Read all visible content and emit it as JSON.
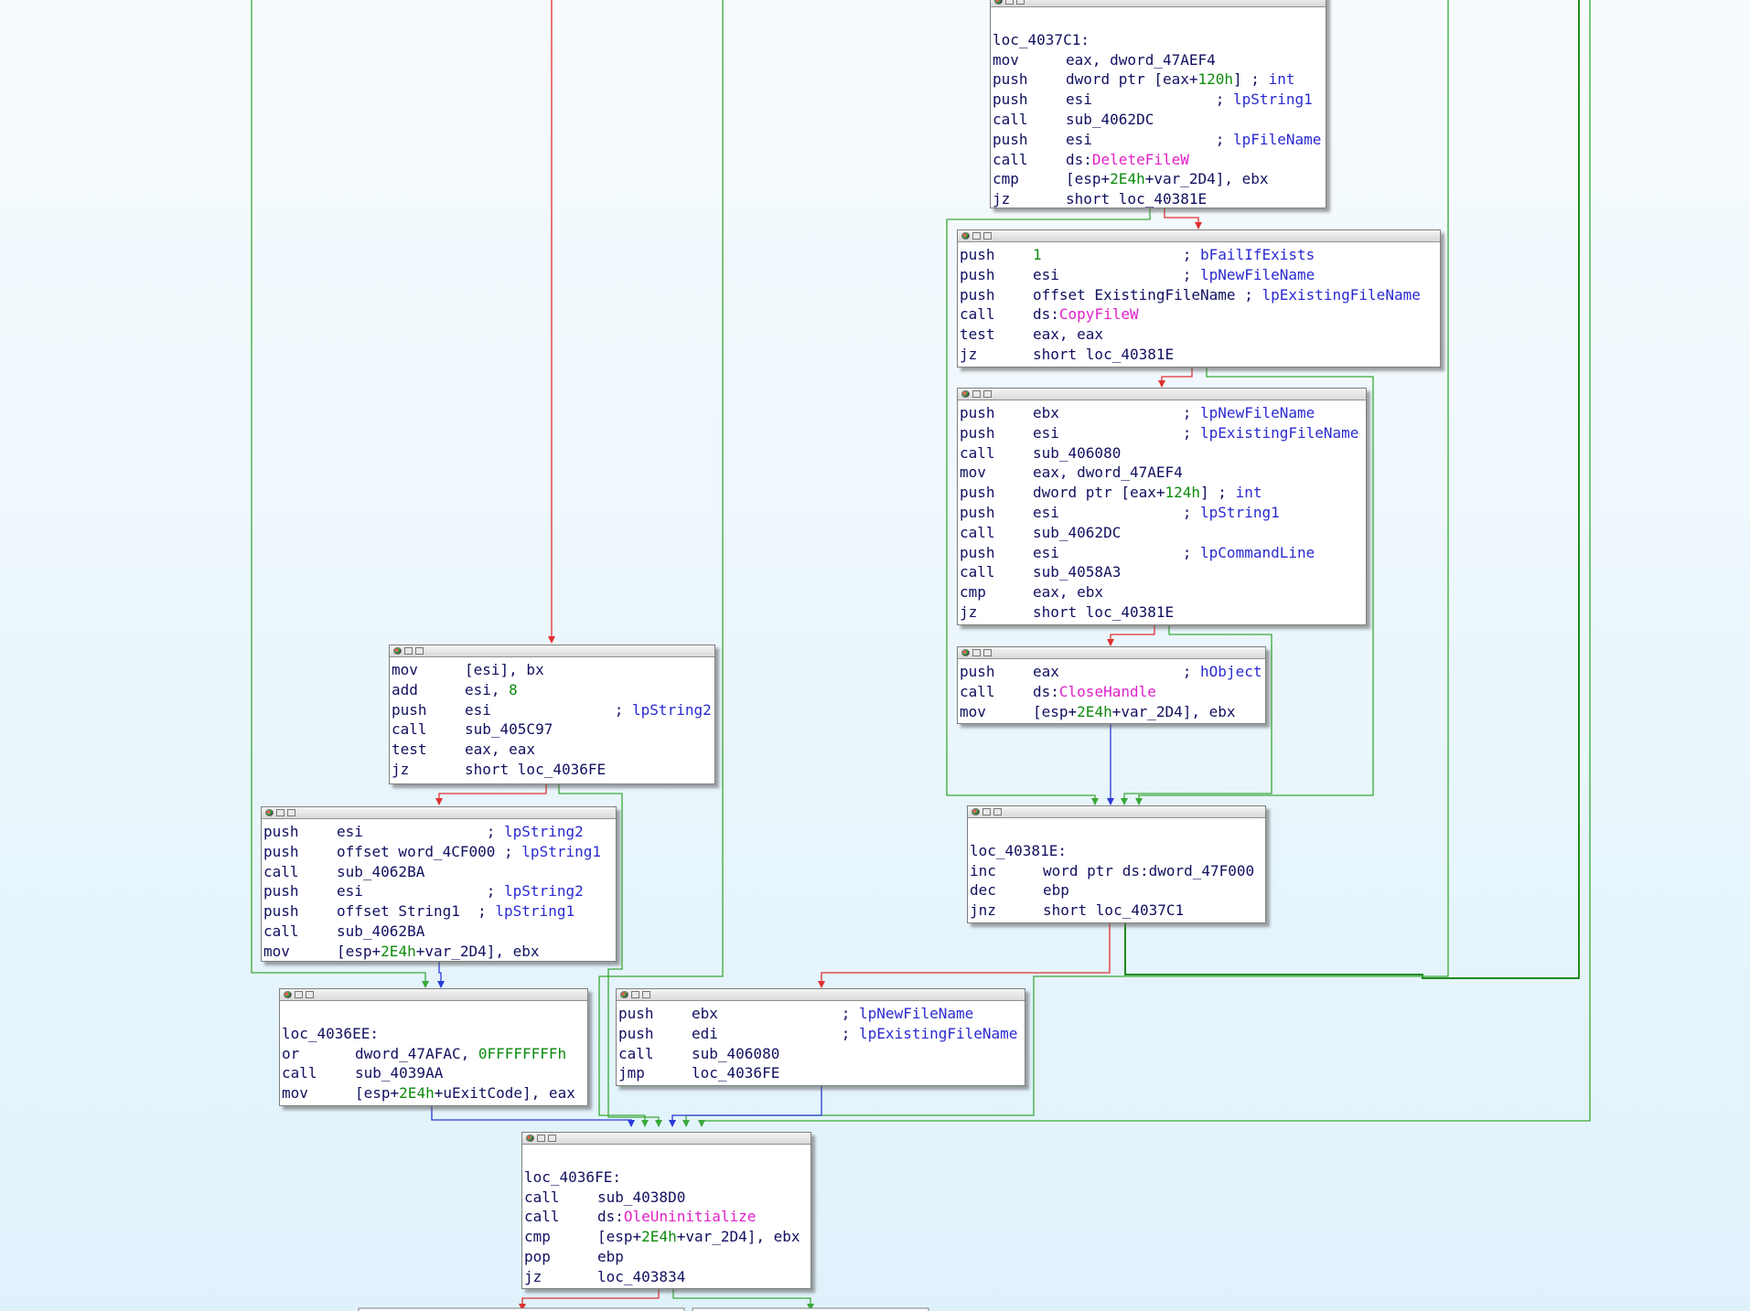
{
  "colors": {
    "true_edge": "#2e9b2e",
    "false_edge": "#e03030",
    "uncond_edge": "#2a3ad8",
    "loop_edge": "#3aa83a",
    "background_top": "#f7fbfe",
    "background_bottom": "#dff2fb"
  },
  "nodes": [
    {
      "id": "loc_4037C1",
      "lines": [
        [
          {
            "t": "loc_4037C1:",
            "c": "lbl"
          }
        ],
        [
          {
            "t": "mov",
            "c": "mn"
          },
          {
            "t": "eax, dword_47AEF4"
          }
        ],
        [
          {
            "t": "push",
            "c": "mn"
          },
          {
            "t": "dword ptr [eax+"
          },
          {
            "t": "120h",
            "c": "num"
          },
          {
            "t": "] ; "
          },
          {
            "t": "int",
            "c": "cmt"
          }
        ],
        [
          {
            "t": "push",
            "c": "mn"
          },
          {
            "t": "esi              ; "
          },
          {
            "t": "lpString1",
            "c": "cmt"
          }
        ],
        [
          {
            "t": "call",
            "c": "mn"
          },
          {
            "t": "sub_4062DC"
          }
        ],
        [
          {
            "t": "push",
            "c": "mn"
          },
          {
            "t": "esi              ; "
          },
          {
            "t": "lpFileName",
            "c": "cmt"
          }
        ],
        [
          {
            "t": "call",
            "c": "mn"
          },
          {
            "t": "ds:"
          },
          {
            "t": "DeleteFileW",
            "c": "api"
          }
        ],
        [
          {
            "t": "cmp",
            "c": "mn"
          },
          {
            "t": "[esp+"
          },
          {
            "t": "2E4h",
            "c": "num"
          },
          {
            "t": "+var_2D4], ebx"
          }
        ],
        [
          {
            "t": "jz",
            "c": "mn"
          },
          {
            "t": "short loc_40381E"
          }
        ]
      ]
    },
    {
      "id": "copyfile",
      "lines": [
        [
          {
            "t": "push",
            "c": "mn"
          },
          {
            "t": "1",
            "c": "num"
          },
          {
            "t": "                ; "
          },
          {
            "t": "bFailIfExists",
            "c": "cmt"
          }
        ],
        [
          {
            "t": "push",
            "c": "mn"
          },
          {
            "t": "esi              ; "
          },
          {
            "t": "lpNewFileName",
            "c": "cmt"
          }
        ],
        [
          {
            "t": "push",
            "c": "mn"
          },
          {
            "t": "offset ExistingFileName ; "
          },
          {
            "t": "lpExistingFileName",
            "c": "cmt"
          }
        ],
        [
          {
            "t": "call",
            "c": "mn"
          },
          {
            "t": "ds:"
          },
          {
            "t": "CopyFileW",
            "c": "api"
          }
        ],
        [
          {
            "t": "test",
            "c": "mn"
          },
          {
            "t": "eax, eax"
          }
        ],
        [
          {
            "t": "jz",
            "c": "mn"
          },
          {
            "t": "short loc_40381E"
          }
        ]
      ]
    },
    {
      "id": "sub406080",
      "lines": [
        [
          {
            "t": "push",
            "c": "mn"
          },
          {
            "t": "ebx              ; "
          },
          {
            "t": "lpNewFileName",
            "c": "cmt"
          }
        ],
        [
          {
            "t": "push",
            "c": "mn"
          },
          {
            "t": "esi              ; "
          },
          {
            "t": "lpExistingFileName",
            "c": "cmt"
          }
        ],
        [
          {
            "t": "call",
            "c": "mn"
          },
          {
            "t": "sub_406080"
          }
        ],
        [
          {
            "t": "mov",
            "c": "mn"
          },
          {
            "t": "eax, dword_47AEF4"
          }
        ],
        [
          {
            "t": "push",
            "c": "mn"
          },
          {
            "t": "dword ptr [eax+"
          },
          {
            "t": "124h",
            "c": "num"
          },
          {
            "t": "] ; "
          },
          {
            "t": "int",
            "c": "cmt"
          }
        ],
        [
          {
            "t": "push",
            "c": "mn"
          },
          {
            "t": "esi              ; "
          },
          {
            "t": "lpString1",
            "c": "cmt"
          }
        ],
        [
          {
            "t": "call",
            "c": "mn"
          },
          {
            "t": "sub_4062DC"
          }
        ],
        [
          {
            "t": "push",
            "c": "mn"
          },
          {
            "t": "esi              ; "
          },
          {
            "t": "lpCommandLine",
            "c": "cmt"
          }
        ],
        [
          {
            "t": "call",
            "c": "mn"
          },
          {
            "t": "sub_4058A3"
          }
        ],
        [
          {
            "t": "cmp",
            "c": "mn"
          },
          {
            "t": "eax, ebx"
          }
        ],
        [
          {
            "t": "jz",
            "c": "mn"
          },
          {
            "t": "short loc_40381E"
          }
        ]
      ]
    },
    {
      "id": "closehandle",
      "lines": [
        [
          {
            "t": "push",
            "c": "mn"
          },
          {
            "t": "eax              ; "
          },
          {
            "t": "hObject",
            "c": "cmt"
          }
        ],
        [
          {
            "t": "call",
            "c": "mn"
          },
          {
            "t": "ds:"
          },
          {
            "t": "CloseHandle",
            "c": "api"
          }
        ],
        [
          {
            "t": "mov",
            "c": "mn"
          },
          {
            "t": "[esp+"
          },
          {
            "t": "2E4h",
            "c": "num"
          },
          {
            "t": "+var_2D4], ebx"
          }
        ]
      ]
    },
    {
      "id": "loc_40381E",
      "lines": [
        [
          {
            "t": "loc_40381E:",
            "c": "lbl"
          }
        ],
        [
          {
            "t": "inc",
            "c": "mn"
          },
          {
            "t": "word ptr ds:dword_47F000"
          }
        ],
        [
          {
            "t": "dec",
            "c": "mn"
          },
          {
            "t": "ebp"
          }
        ],
        [
          {
            "t": "jnz",
            "c": "mn"
          },
          {
            "t": "short loc_4037C1"
          }
        ]
      ]
    },
    {
      "id": "esi_bx",
      "lines": [
        [
          {
            "t": "mov",
            "c": "mn"
          },
          {
            "t": "[esi], bx"
          }
        ],
        [
          {
            "t": "add",
            "c": "mn"
          },
          {
            "t": "esi, "
          },
          {
            "t": "8",
            "c": "num"
          }
        ],
        [
          {
            "t": "push",
            "c": "mn"
          },
          {
            "t": "esi              ; "
          },
          {
            "t": "lpString2",
            "c": "cmt"
          }
        ],
        [
          {
            "t": "call",
            "c": "mn"
          },
          {
            "t": "sub_405C97"
          }
        ],
        [
          {
            "t": "test",
            "c": "mn"
          },
          {
            "t": "eax, eax"
          }
        ],
        [
          {
            "t": "jz",
            "c": "mn"
          },
          {
            "t": "short loc_4036FE"
          }
        ]
      ]
    },
    {
      "id": "strings",
      "lines": [
        [
          {
            "t": "push",
            "c": "mn"
          },
          {
            "t": "esi              ; "
          },
          {
            "t": "lpString2",
            "c": "cmt"
          }
        ],
        [
          {
            "t": "push",
            "c": "mn"
          },
          {
            "t": "offset word_4CF000 ; "
          },
          {
            "t": "lpString1",
            "c": "cmt"
          }
        ],
        [
          {
            "t": "call",
            "c": "mn"
          },
          {
            "t": "sub_4062BA"
          }
        ],
        [
          {
            "t": "push",
            "c": "mn"
          },
          {
            "t": "esi              ; "
          },
          {
            "t": "lpString2",
            "c": "cmt"
          }
        ],
        [
          {
            "t": "push",
            "c": "mn"
          },
          {
            "t": "offset String1  ; "
          },
          {
            "t": "lpString1",
            "c": "cmt"
          }
        ],
        [
          {
            "t": "call",
            "c": "mn"
          },
          {
            "t": "sub_4062BA"
          }
        ],
        [
          {
            "t": "mov",
            "c": "mn"
          },
          {
            "t": "[esp+"
          },
          {
            "t": "2E4h",
            "c": "num"
          },
          {
            "t": "+var_2D4], ebx"
          }
        ]
      ]
    },
    {
      "id": "loc_4036EE",
      "lines": [
        [
          {
            "t": "loc_4036EE:",
            "c": "lbl"
          }
        ],
        [
          {
            "t": "or",
            "c": "mn"
          },
          {
            "t": "dword_47AFAC, "
          },
          {
            "t": "0FFFFFFFFh",
            "c": "num"
          }
        ],
        [
          {
            "t": "call",
            "c": "mn"
          },
          {
            "t": "sub_4039AA"
          }
        ],
        [
          {
            "t": "mov",
            "c": "mn"
          },
          {
            "t": "[esp+"
          },
          {
            "t": "2E4h",
            "c": "num"
          },
          {
            "t": "+uExitCode], eax"
          }
        ]
      ]
    },
    {
      "id": "jmp_4036FE",
      "lines": [
        [
          {
            "t": "push",
            "c": "mn"
          },
          {
            "t": "ebx              ; "
          },
          {
            "t": "lpNewFileName",
            "c": "cmt"
          }
        ],
        [
          {
            "t": "push",
            "c": "mn"
          },
          {
            "t": "edi              ; "
          },
          {
            "t": "lpExistingFileName",
            "c": "cmt"
          }
        ],
        [
          {
            "t": "call",
            "c": "mn"
          },
          {
            "t": "sub_406080"
          }
        ],
        [
          {
            "t": "jmp",
            "c": "mn"
          },
          {
            "t": "loc_4036FE"
          }
        ]
      ]
    },
    {
      "id": "loc_4036FE",
      "lines": [
        [
          {
            "t": "loc_4036FE:",
            "c": "lbl"
          }
        ],
        [
          {
            "t": "call",
            "c": "mn"
          },
          {
            "t": "sub_4038D0"
          }
        ],
        [
          {
            "t": "call",
            "c": "mn"
          },
          {
            "t": "ds:"
          },
          {
            "t": "OleUninitialize",
            "c": "api"
          }
        ],
        [
          {
            "t": "cmp",
            "c": "mn"
          },
          {
            "t": "[esp+"
          },
          {
            "t": "2E4h",
            "c": "num"
          },
          {
            "t": "+var_2D4], ebx"
          }
        ],
        [
          {
            "t": "pop",
            "c": "mn"
          },
          {
            "t": "ebp"
          }
        ],
        [
          {
            "t": "jz",
            "c": "mn"
          },
          {
            "t": "loc_403834"
          }
        ]
      ]
    }
  ]
}
